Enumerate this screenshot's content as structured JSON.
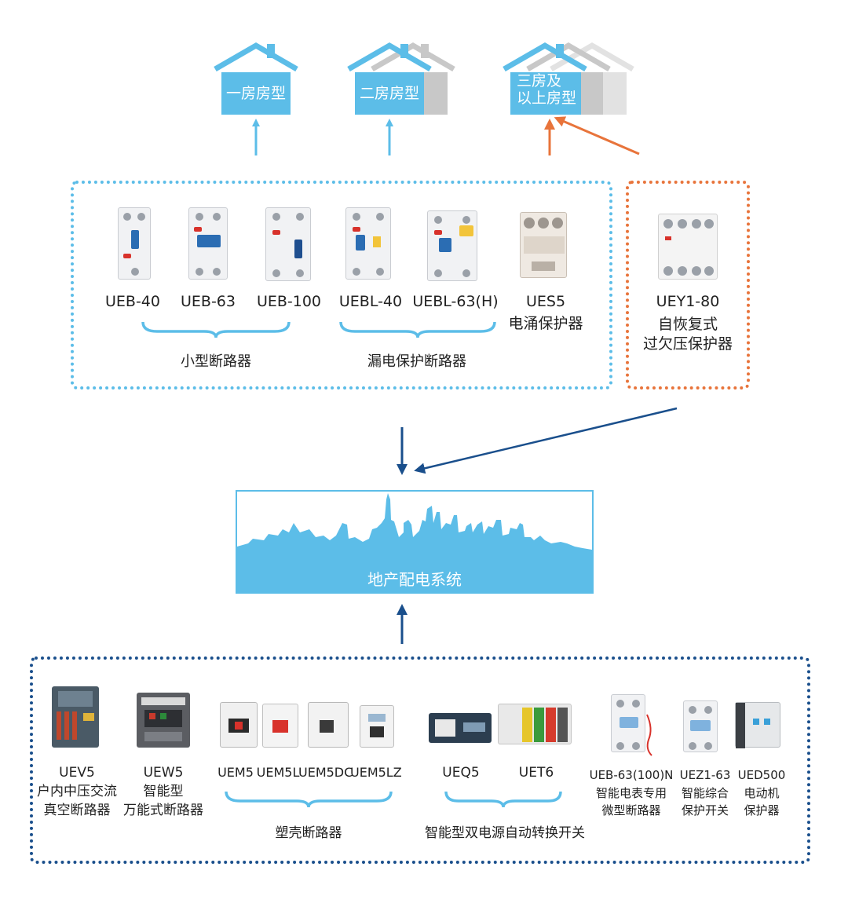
{
  "houses": [
    {
      "label": "一房房型"
    },
    {
      "label": "二房房型"
    },
    {
      "label_line1": "三房及",
      "label_line2": "以上房型"
    }
  ],
  "top_products": [
    {
      "model": "UEB-40"
    },
    {
      "model": "UEB-63"
    },
    {
      "model": "UEB-100"
    },
    {
      "model": "UEBL-40"
    },
    {
      "model": "UEBL-63(H)"
    },
    {
      "model": "UES5",
      "desc": "电涌保护器"
    }
  ],
  "top_groups": {
    "mcb": "小型断路器",
    "rcbo": "漏电保护断路器"
  },
  "side_product": {
    "model": "UEY1-80",
    "desc_line1": "自恢复式",
    "desc_line2": "过欠压保护器"
  },
  "center": {
    "title": "地产配电系统"
  },
  "bottom_products": [
    {
      "model": "UEV5",
      "desc_line1": "户内中压交流",
      "desc_line2": "真空断路器"
    },
    {
      "model": "UEW5",
      "desc_line1": "智能型",
      "desc_line2": "万能式断路器"
    },
    {
      "model": "UEM5"
    },
    {
      "model": "UEM5L"
    },
    {
      "model": "UEM5DC"
    },
    {
      "model": "UEM5LZ"
    },
    {
      "model": "UEQ5"
    },
    {
      "model": "UET6"
    },
    {
      "model": "UEB-63(100)N",
      "desc_line1": "智能电表专用",
      "desc_line2": "微型断路器"
    },
    {
      "model": "UEZ1-63",
      "desc_line1": "智能综合",
      "desc_line2": "保护开关"
    },
    {
      "model": "UED500",
      "desc_line1": "电动机",
      "desc_line2": "保护器"
    }
  ],
  "bottom_groups": {
    "mccb": "塑壳断路器",
    "ats": "智能型双电源自动转换开关"
  },
  "colors": {
    "light_blue": "#5cbde8",
    "orange": "#e8743b",
    "navy": "#1a4f8c",
    "gray": "#c8c8c8"
  }
}
